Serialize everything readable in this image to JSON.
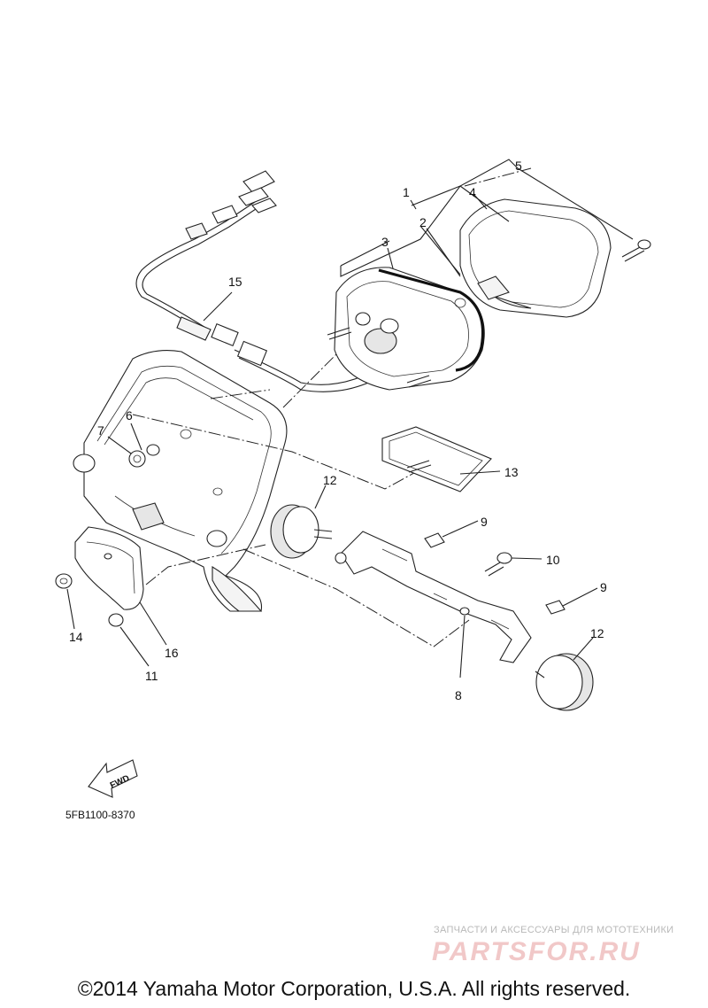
{
  "diagram": {
    "part_labels": {
      "p1": "1",
      "p2": "2",
      "p3": "3",
      "p4": "4",
      "p5": "5",
      "p6": "6",
      "p7": "7",
      "p8": "8",
      "p9a": "9",
      "p9b": "9",
      "p10": "10",
      "p11": "11",
      "p12a": "12",
      "p12b": "12",
      "p13": "13",
      "p14": "14",
      "p15": "15",
      "p16": "16"
    },
    "fwd_label": "FWD",
    "diagram_code": "5FB1100-8370"
  },
  "watermark": {
    "tagline": "ЗАПЧАСТИ И АКСЕССУАРЫ ДЛЯ МОТОТЕХНИКИ",
    "logo": "PARTSFOR.RU"
  },
  "footer": {
    "copyright": "©2014 Yamaha Motor Corporation, U.S.A. All rights reserved."
  }
}
